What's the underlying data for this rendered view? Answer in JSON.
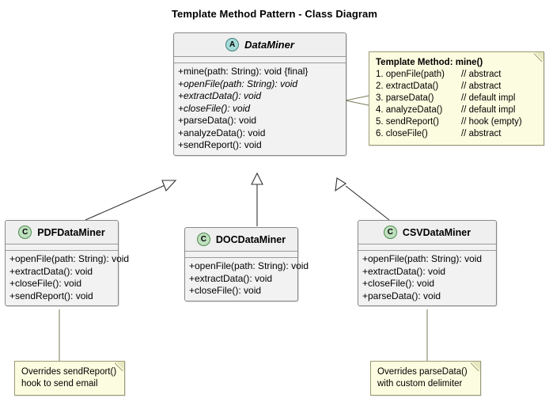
{
  "title": "Template Method Pattern - Class Diagram",
  "colors": {
    "canvas": "#ffffff",
    "class_fill": "#f2f2f2",
    "class_header": "#efefef",
    "class_border": "#888888",
    "note_fill": "#fcfce0",
    "note_border": "#9a9a76",
    "abstract_badge": "#a5dcd8",
    "concrete_badge": "#bfe0bf"
  },
  "classes": {
    "data_miner": {
      "name": "DataMiner",
      "stereotype": "A",
      "stereotype_meaning": "abstract-class",
      "is_abstract": true,
      "operations": [
        {
          "text": "+mine(path: String): void {final}",
          "abstract": false
        },
        {
          "text": "+openFile(path: String): void",
          "abstract": true
        },
        {
          "text": "+extractData(): void",
          "abstract": true
        },
        {
          "text": "+closeFile(): void",
          "abstract": true
        },
        {
          "text": "+parseData(): void",
          "abstract": false
        },
        {
          "text": "+analyzeData(): void",
          "abstract": false
        },
        {
          "text": "+sendReport(): void",
          "abstract": false
        }
      ]
    },
    "pdf_data_miner": {
      "name": "PDFDataMiner",
      "stereotype": "C",
      "stereotype_meaning": "concrete-class",
      "is_abstract": false,
      "operations": [
        {
          "text": "+openFile(path: String): void",
          "abstract": false
        },
        {
          "text": "+extractData(): void",
          "abstract": false
        },
        {
          "text": "+closeFile(): void",
          "abstract": false
        },
        {
          "text": "+sendReport(): void",
          "abstract": false
        }
      ]
    },
    "doc_data_miner": {
      "name": "DOCDataMiner",
      "stereotype": "C",
      "stereotype_meaning": "concrete-class",
      "is_abstract": false,
      "operations": [
        {
          "text": "+openFile(path: String): void",
          "abstract": false
        },
        {
          "text": "+extractData(): void",
          "abstract": false
        },
        {
          "text": "+closeFile(): void",
          "abstract": false
        }
      ]
    },
    "csv_data_miner": {
      "name": "CSVDataMiner",
      "stereotype": "C",
      "stereotype_meaning": "concrete-class",
      "is_abstract": false,
      "operations": [
        {
          "text": "+openFile(path: String): void",
          "abstract": false
        },
        {
          "text": "+extractData(): void",
          "abstract": false
        },
        {
          "text": "+closeFile(): void",
          "abstract": false
        },
        {
          "text": "+parseData(): void",
          "abstract": false
        }
      ]
    }
  },
  "notes": {
    "template_method": {
      "title": "Template Method: mine()",
      "steps": [
        {
          "step": "1. openFile(path)",
          "comment": "// abstract"
        },
        {
          "step": "2. extractData()",
          "comment": "// abstract"
        },
        {
          "step": "3. parseData()",
          "comment": "// default impl"
        },
        {
          "step": "4. analyzeData()",
          "comment": "// default impl"
        },
        {
          "step": "5. sendReport()",
          "comment": "// hook (empty)"
        },
        {
          "step": "6. closeFile()",
          "comment": "// abstract"
        }
      ]
    },
    "pdf_note": {
      "lines": [
        "Overrides sendReport()",
        "hook to send email"
      ]
    },
    "csv_note": {
      "lines": [
        "Overrides parseData()",
        "with custom delimiter"
      ]
    }
  },
  "relationships": [
    {
      "type": "generalization",
      "from": "PDFDataMiner",
      "to": "DataMiner"
    },
    {
      "type": "generalization",
      "from": "DOCDataMiner",
      "to": "DataMiner"
    },
    {
      "type": "generalization",
      "from": "CSVDataMiner",
      "to": "DataMiner"
    },
    {
      "type": "note-anchor",
      "from": "Template Method: mine()",
      "to": "DataMiner"
    },
    {
      "type": "note-anchor",
      "from": "Overrides sendReport() hook to send email",
      "to": "PDFDataMiner"
    },
    {
      "type": "note-anchor",
      "from": "Overrides parseData() with custom delimiter",
      "to": "CSVDataMiner"
    }
  ]
}
